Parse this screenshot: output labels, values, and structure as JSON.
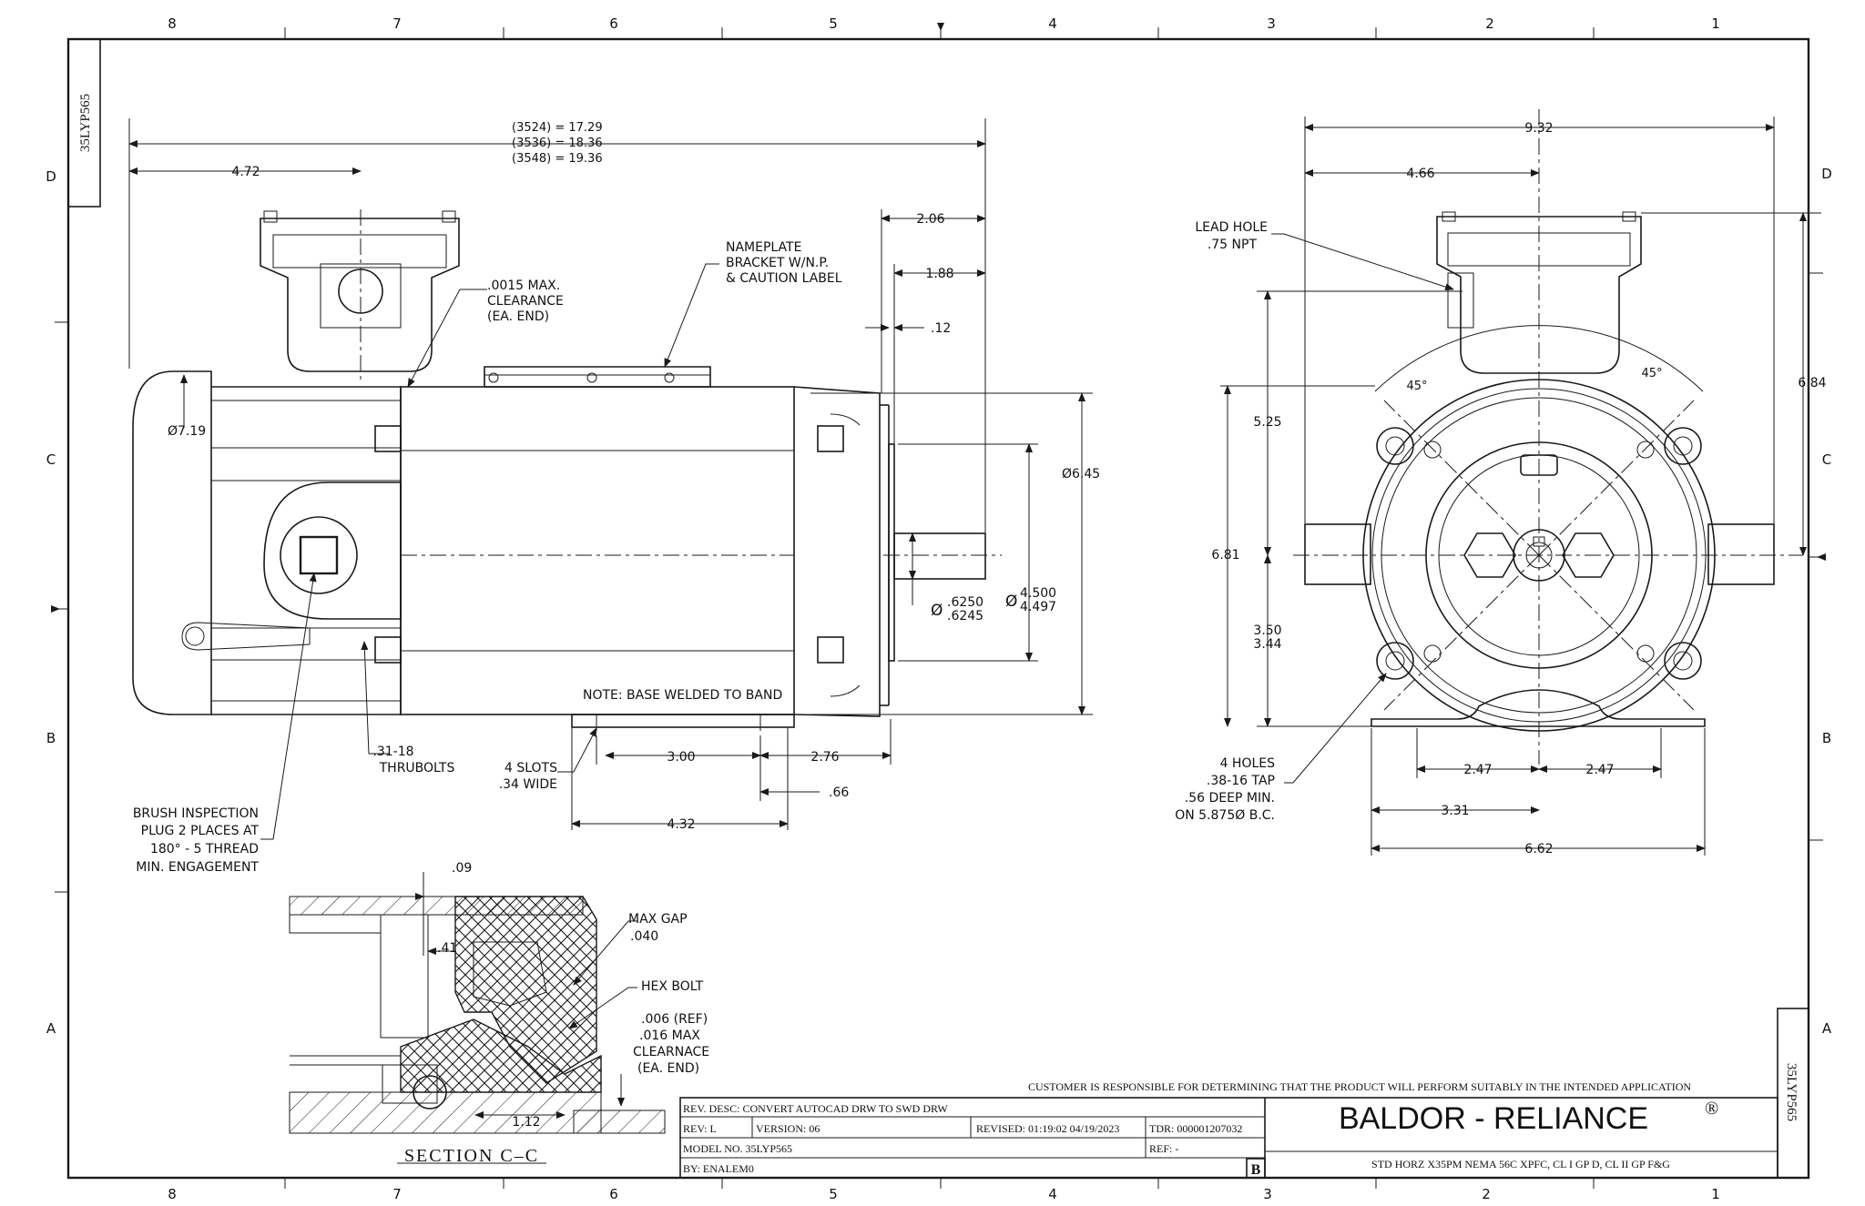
{
  "zones": {
    "columns": [
      "8",
      "7",
      "6",
      "5",
      "4",
      "3",
      "2",
      "1"
    ],
    "rows": [
      "D",
      "C",
      "B",
      "A"
    ]
  },
  "side_tags": {
    "left": "35LYP565",
    "right": "35LYP565"
  },
  "side_view": {
    "overall_lengths": [
      "(3524) = 17.29",
      "(3536) = 18.36",
      "(3548) = 19.36"
    ],
    "d_4_72": "4.72",
    "d_2_06": "2.06",
    "d_1_88": "1.88",
    "d_0_12": ".12",
    "d_7_19": "Ø7.19",
    "d_6_45": "Ø6.45",
    "d_4_500": "4.500",
    "d_4_497": "4.497",
    "phi_pilot": "Ø",
    "d_shaft_1": ".6250",
    "d_shaft_2": ".6245",
    "phi_shaft": "Ø",
    "d_3_00": "3.00",
    "d_2_76": "2.76",
    "d_0_66": ".66",
    "d_4_32": "4.32",
    "clearance_note": [
      ".0015 MAX.",
      "CLEARANCE",
      "(EA. END)"
    ],
    "nameplate_note": [
      "NAMEPLATE",
      "BRACKET W/N.P.",
      "& CAUTION LABEL"
    ],
    "thrubolt_note": [
      ".31-18",
      "THRUBOLTS"
    ],
    "slots_note": [
      "4 SLOTS",
      ".34 WIDE"
    ],
    "base_note": "NOTE: BASE WELDED TO BAND",
    "brush_note": [
      "BRUSH INSPECTION",
      "PLUG 2 PLACES AT",
      "180° - 5 THREAD",
      "MIN. ENGAGEMENT"
    ]
  },
  "end_view": {
    "d_9_32": "9.32",
    "d_4_66": "4.66",
    "lead_hole": [
      "LEAD HOLE",
      ".75 NPT"
    ],
    "d_6_84": "6.84",
    "d_5_25": "5.25",
    "d_6_81": "6.81",
    "d_3_50": "3.50",
    "d_3_44": "3.44",
    "angle_left": "45°",
    "angle_right": "45°",
    "holes_note": [
      "4 HOLES",
      ".38-16 TAP",
      ".56 DEEP MIN.",
      "ON 5.875Ø B.C."
    ],
    "d_2_47_left": "2.47",
    "d_2_47_right": "2.47",
    "d_3_31": "3.31",
    "d_6_62": "6.62"
  },
  "section": {
    "title": "SECTION  C–C",
    "d_0_09": ".09",
    "d_0_41": ".41",
    "d_1_12": "1.12",
    "max_gap": [
      "MAX GAP",
      ".040"
    ],
    "hex_bolt": "HEX BOLT",
    "clearance": [
      ".006 (REF)",
      ".016 MAX",
      "CLEARNACE",
      "(EA. END)"
    ]
  },
  "title_block": {
    "disclaimer": "CUSTOMER IS RESPONSIBLE FOR DETERMINING THAT THE PRODUCT WILL PERFORM SUITABLY IN THE INTENDED APPLICATION",
    "rev_desc": "REV. DESC: CONVERT AUTOCAD DRW TO SWD DRW",
    "rev": "REV:  L",
    "version": "VERSION:  06",
    "revised": "REVISED:  01:19:02 04/19/2023",
    "tdr": "TDR: 000001207032",
    "model": "MODEL NO.  35LYP565",
    "ref": "REF:  -",
    "by": "BY: ENALEM0",
    "size": "B",
    "company": "BALDOR - RELIANCE",
    "registered": "®",
    "description": "STD HORZ X35PM NEMA 56C XPFC, CL I GP D, CL II GP F&G"
  }
}
